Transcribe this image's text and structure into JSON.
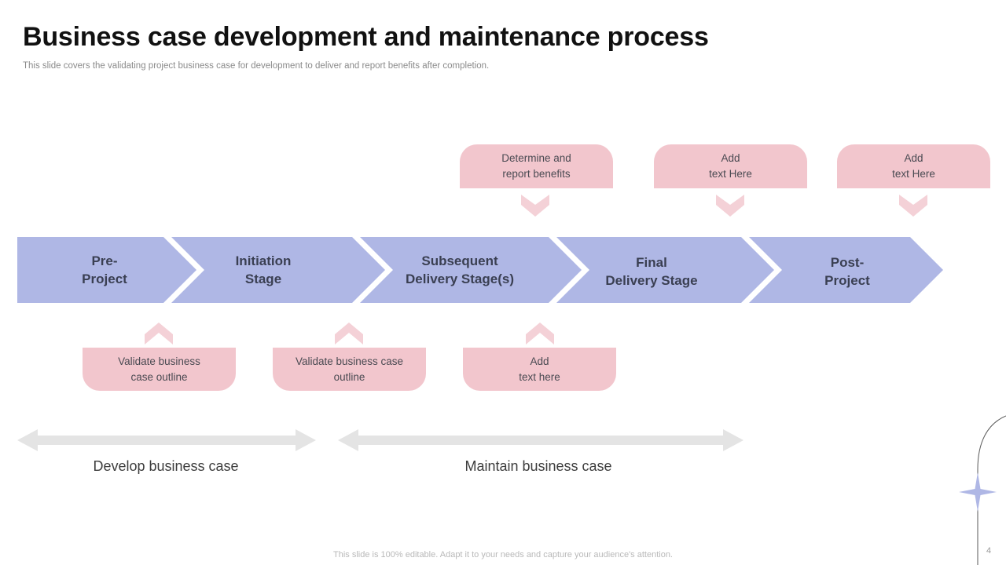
{
  "header": {
    "title": "Business case development and maintenance process",
    "subtitle": "This slide covers the validating project business case for development to deliver and report benefits after completion."
  },
  "colors": {
    "stage_fill": "#AFB7E5",
    "callout_fill": "#F2C6CD",
    "chevron_arrow_fill": "#F4D1D7",
    "phase_arrow_fill": "#E4E4E4",
    "stage_text": "#3A3F52",
    "callout_text": "#4A4A52",
    "sparkle": "#AFB7E5"
  },
  "stages": [
    {
      "line1": "Pre-",
      "line2": "Project"
    },
    {
      "line1": "Initiation",
      "line2": "Stage"
    },
    {
      "line1": "Subsequent",
      "line2": "Delivery Stage(s)"
    },
    {
      "line1": "Final",
      "line2": "Delivery Stage"
    },
    {
      "line1": "Post-",
      "line2": "Project"
    }
  ],
  "top_callouts": [
    {
      "line1": "Determine and",
      "line2": "report benefits"
    },
    {
      "line1": "Add",
      "line2": "text Here"
    },
    {
      "line1": "Add",
      "line2": "text Here"
    }
  ],
  "bottom_callouts": [
    {
      "line1": "Validate business",
      "line2": "case outline"
    },
    {
      "line1": "Validate business case",
      "line2": "outline"
    },
    {
      "line1": "Add",
      "line2": "text here"
    }
  ],
  "phases": [
    {
      "label": "Develop business case"
    },
    {
      "label": "Maintain business case"
    }
  ],
  "footer": {
    "note": "This slide is 100% editable.  Adapt it to your needs and capture your audience's attention.",
    "page_number": "4"
  }
}
